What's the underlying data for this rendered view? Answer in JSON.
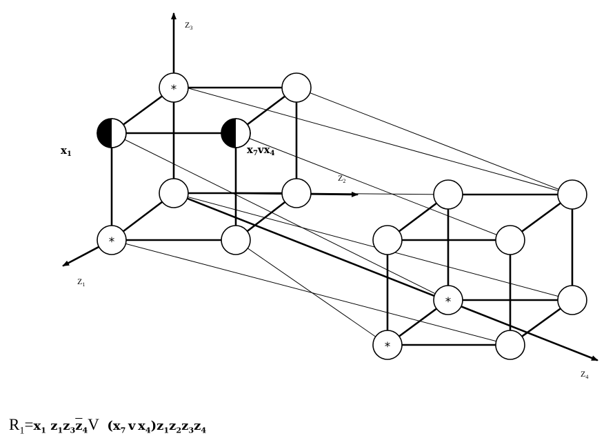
{
  "axes": {
    "z1": {
      "base": "Z",
      "sub": "1"
    },
    "z2": {
      "base": "Z",
      "sub": "2"
    },
    "z3": {
      "base": "Z",
      "sub": "3"
    },
    "z4": {
      "base": "Z",
      "sub": "4"
    }
  },
  "labels": {
    "x1": {
      "base": "x",
      "sub": "1"
    },
    "x7vx4": {
      "a": "x",
      "a_sub": "7",
      "op": "v",
      "b": "x",
      "b_sub": "4"
    }
  },
  "marker": "*",
  "formula": {
    "lhs": "R",
    "lhs_sub": "1",
    "eq": "=",
    "t1": [
      "x",
      "1",
      "z",
      "1",
      "z",
      "3",
      "z",
      "4"
    ],
    "or1": "V",
    "paren_open": "(",
    "pa": "x",
    "pa_sub": "7",
    "pop": "v",
    "pb": "x",
    "pb_sub": "4",
    "paren_close": ")",
    "t2": [
      "z",
      "1",
      "z",
      "2",
      "z",
      "3",
      "z",
      "4"
    ]
  }
}
